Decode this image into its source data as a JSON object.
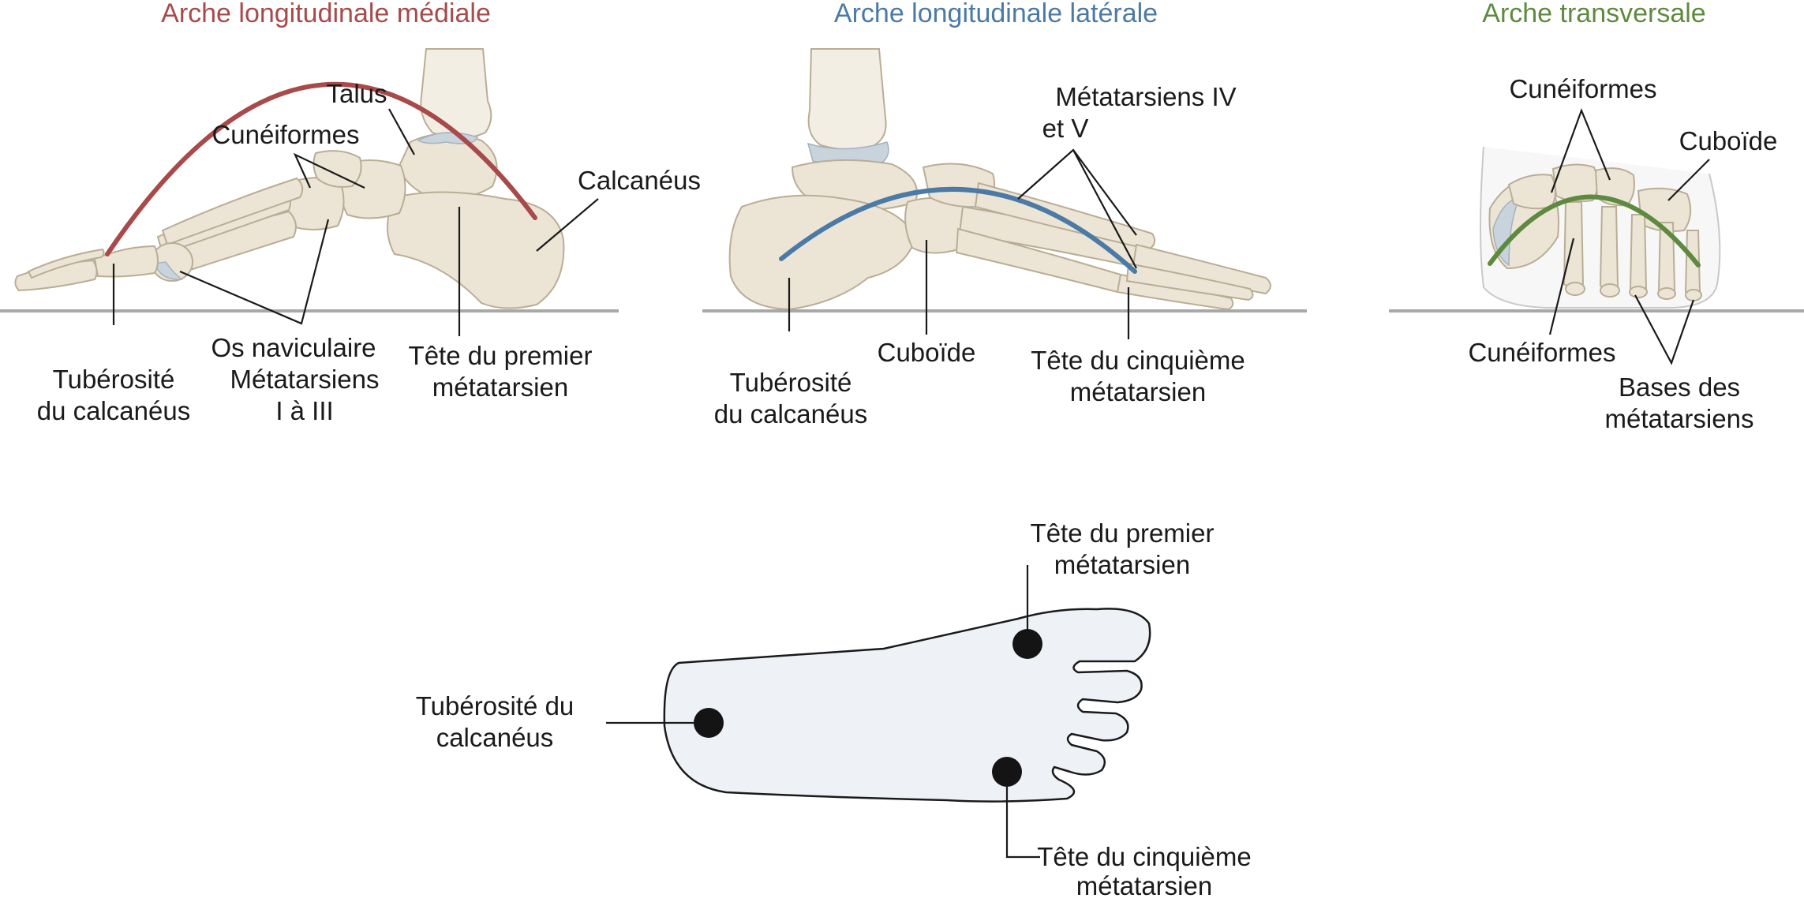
{
  "colors": {
    "medial": "#a84a4a",
    "lateral": "#4b7aa6",
    "transverse": "#5e8a3f",
    "ground": "#a8a8a8",
    "footprint_fill": "#eef1f6",
    "contact_point": "#141414"
  },
  "panels": {
    "medial": {
      "title": "Arche longitudinale médiale",
      "labels": {
        "talus": "Talus",
        "cuneiformes": "Cunéiformes",
        "calcaneus": "Calcanéus",
        "tuberosite_1": "Tubérosité",
        "tuberosite_2": "du calcanéus",
        "naviculaire_1": "Os naviculaire",
        "naviculaire_2": "Métatarsiens",
        "naviculaire_3": "I à III",
        "tete_1": "Tête du premier",
        "tete_2": "métatarsien"
      }
    },
    "lateral": {
      "title": "Arche longitudinale latérale",
      "labels": {
        "metatarsiens_1": "Métatarsiens IV",
        "metatarsiens_2": "et V",
        "tuberosite_1": "Tubérosité",
        "tuberosite_2": "du calcanéus",
        "cuboide": "Cuboïde",
        "tete_1": "Tête du cinquième",
        "tete_2": "métatarsien"
      }
    },
    "transverse": {
      "title": "Arche transversale",
      "labels": {
        "cuneiformes_top": "Cunéiformes",
        "cuboide": "Cuboïde",
        "cuneiformes_bottom": "Cunéiformes",
        "bases_1": "Bases des",
        "bases_2": "métatarsiens"
      }
    },
    "footprint": {
      "labels": {
        "premier_1": "Tête du premier",
        "premier_2": "métatarsien",
        "tuberosite_1": "Tubérosité du",
        "tuberosite_2": "calcanéus",
        "cinquieme_1": "Tête du cinquième",
        "cinquieme_2": "métatarsien"
      }
    }
  }
}
